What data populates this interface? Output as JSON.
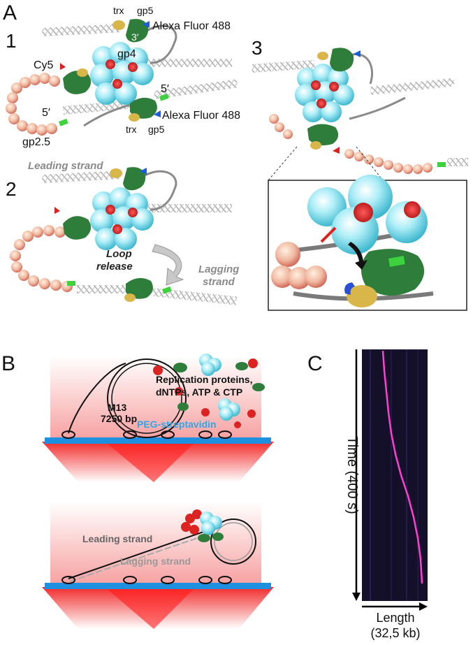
{
  "panels": {
    "A": "A",
    "B": "B",
    "C": "C"
  },
  "steps": {
    "s1": "1",
    "s2": "2",
    "s3": "3"
  },
  "labels_A": {
    "trx": "trx",
    "gp5": "gp5",
    "alexa_top": "Alexa Fluor 488",
    "three_prime": "3′",
    "gp4": "gp4",
    "cy5": "Cy5",
    "five_prime_a": "5′",
    "five_prime_b": "5′",
    "alexa_bottom": "Alexa Fluor 488",
    "trx_bottom": "trx",
    "gp5_bottom": "gp5",
    "gp25": "gp2.5",
    "leading": "Leading strand",
    "loop_line1": "Loop",
    "loop_line2": "release",
    "lagging_line1": "Lagging",
    "lagging_line2": "strand"
  },
  "labels_B": {
    "repl1": "Replication proteins,",
    "repl2": "dNTPs, ATP & CTP",
    "m13": "M13",
    "bp": "7250 bp",
    "peg": "PEG-streptavidin",
    "leading": "Leading strand",
    "lagging": "Lagging strand"
  },
  "labels_C": {
    "time": "Time (400 s)",
    "length1": "Length",
    "length2": "(32,5 kb)"
  },
  "colors": {
    "dna": "#9a9a9a",
    "protein_green": "#2e7d3a",
    "hexamer_cyan": "#8fe3ef",
    "hexamer_red": "#e23a3a",
    "gp25_salmon": "#f0a890",
    "trx_yellow": "#d9b64a",
    "surface_blue": "#1f8fe0",
    "kymo_bg": "#14102a",
    "kymo_trace": "#ff3fd0"
  }
}
